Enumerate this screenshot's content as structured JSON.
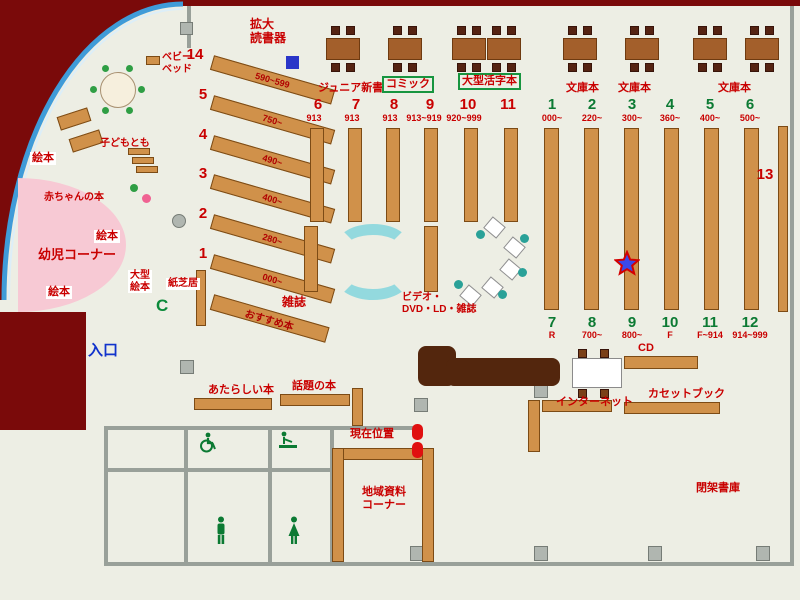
{
  "colors": {
    "red": "#c90000",
    "green": "#0c7a33",
    "blue": "#1133cc",
    "maroon": "#7a0a0a",
    "shelf_brown": "#d0914a",
    "pink": "#f7c9d4",
    "sofa_cyan": "#93d9de",
    "teal": "#2aa198"
  },
  "top": {
    "magnifier_label": "拡大\n読書器",
    "junior_label": "ジュニア新書",
    "comic_label": "コミック",
    "large_print_label": "大型活字本",
    "bunko_labels": [
      "文庫本",
      "文庫本",
      "文庫本"
    ]
  },
  "kids": {
    "baby_bed": "ベビー\nベッド",
    "kodomo_tomo": "子どもとも",
    "baby_books": "赤ちゃんの本",
    "ehon": [
      "絵本",
      "絵本",
      "絵本"
    ],
    "infant_corner": "幼児コーナー",
    "large_ehon": "大型\n絵本",
    "kamishibai": "紙芝居",
    "c_mark": "C"
  },
  "shelves": {
    "diagonal": [
      {
        "no": "14",
        "range": "590~599"
      },
      {
        "no": "5",
        "range": "750~"
      },
      {
        "no": "4",
        "range": "490~"
      },
      {
        "no": "3",
        "range": "400~"
      },
      {
        "no": "2",
        "range": "280~"
      },
      {
        "no": "1",
        "range": "000~"
      }
    ],
    "diagonal_recommend": "おすすめ本",
    "groupA": [
      {
        "no": "6",
        "range": "913"
      },
      {
        "no": "7",
        "range": "913"
      },
      {
        "no": "8",
        "range": "913"
      },
      {
        "no": "9",
        "range": "913~919"
      },
      {
        "no": "10",
        "range": "920~999"
      },
      {
        "no": "11",
        "range": ""
      }
    ],
    "groupB_top": [
      {
        "no": "1",
        "range": "000~"
      },
      {
        "no": "2",
        "range": "220~"
      },
      {
        "no": "3",
        "range": "300~"
      },
      {
        "no": "4",
        "range": "360~"
      },
      {
        "no": "5",
        "range": "400~"
      },
      {
        "no": "6",
        "range": "500~"
      }
    ],
    "groupB_bottom": [
      {
        "no": "7",
        "range": "R"
      },
      {
        "no": "8",
        "range": "700~"
      },
      {
        "no": "9",
        "range": "800~"
      },
      {
        "no": "10",
        "range": "F"
      },
      {
        "no": "11",
        "range": "F~914"
      },
      {
        "no": "12",
        "range": "914~999"
      }
    ],
    "shelf13": "13",
    "magazines": "雑誌",
    "video_corner": "ビデオ・\nDVD・LD・雑誌"
  },
  "facilities": {
    "entrance": "入口",
    "new_books": "あたらしい本",
    "topic_books": "話題の本",
    "current_location": "現在位置",
    "cd": "CD",
    "internet": "インターネット",
    "cassette_book": "カセットブック",
    "local_materials": "地域資料\nコーナー",
    "closed_stacks": "閉架書庫"
  }
}
